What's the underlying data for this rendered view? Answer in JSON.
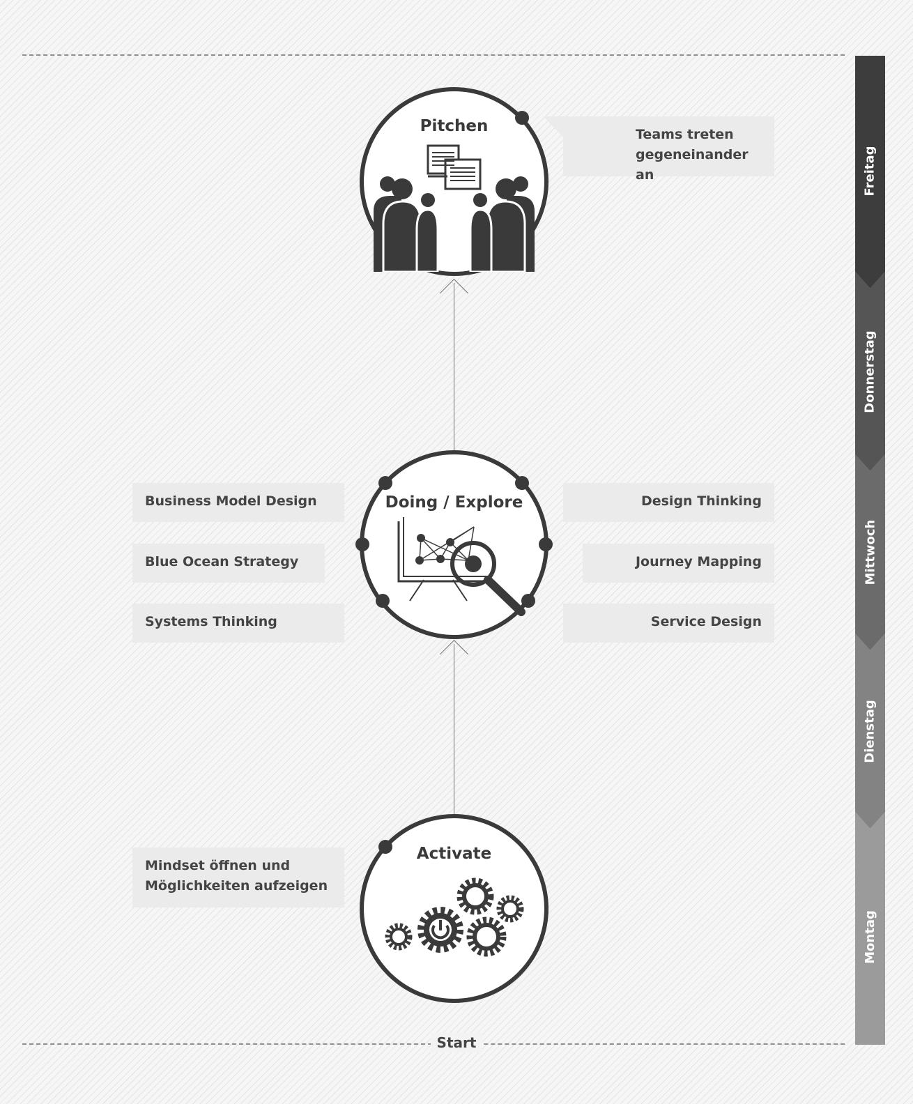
{
  "start_label": "Start",
  "phases": {
    "pitchen": {
      "title": "Pitchen",
      "description": "Teams treten gegeneinander an"
    },
    "doing": {
      "title": "Doing / Explore",
      "methods_left": [
        "Business Model Design",
        "Blue Ocean Strategy",
        "Systems Thinking"
      ],
      "methods_right": [
        "Design Thinking",
        "Journey Mapping",
        "Service Design"
      ]
    },
    "activate": {
      "title": "Activate",
      "description": "Mindset öffnen und Möglichkeiten aufzeigen"
    }
  },
  "days": [
    {
      "label": "Freitag",
      "color": "#3d3d3d"
    },
    {
      "label": "Donnerstag",
      "color": "#555555"
    },
    {
      "label": "Mittwoch",
      "color": "#6b6b6b"
    },
    {
      "label": "Dienstag",
      "color": "#838383"
    },
    {
      "label": "Montag",
      "color": "#9b9b9b"
    }
  ],
  "colors": {
    "circle": "#3a3a3a",
    "label_bg": "#ebebeb",
    "text": "#444444"
  }
}
